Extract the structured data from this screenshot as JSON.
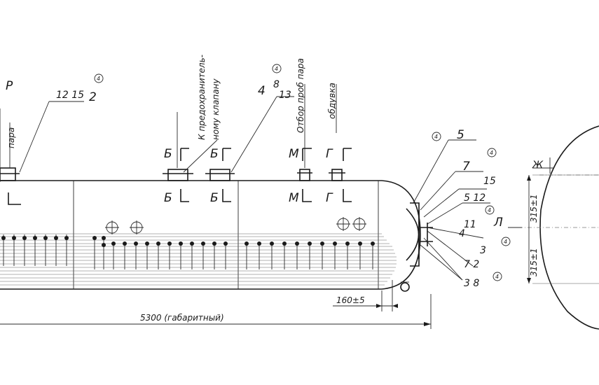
{
  "labels": {
    "view_p": "Р",
    "steam_word": "пара",
    "pos_12_15": "12 15",
    "pos_2": "2",
    "safety_valve_line1": "К предохранитель-",
    "safety_valve_line2": "ному клапану",
    "pos_4_left": "4",
    "pos_8_13": "8",
    "pos_13": "13",
    "steam_sample": "Отбор проб пара",
    "air_vent": "обдувка",
    "section_b1": "Б",
    "section_b2": "Б",
    "section_b3": "Б",
    "section_b4": "Б",
    "section_m1": "М",
    "section_m2": "М",
    "section_g1": "Г",
    "section_g2": "Г",
    "pos_5_top": "5",
    "pos_7": "7",
    "pos_15": "15",
    "pos_5_12": "5 12",
    "pos_11": "11",
    "section_l": "Л",
    "pos_4_right": "4",
    "pos_3": "3",
    "pos_7_2": "7 2",
    "pos_3_8": "3 8",
    "dim_160": "160±5",
    "dim_5300": "5300 (габаритный)",
    "dim_315_top": "315±1",
    "dim_315_bottom": "315±1",
    "view_zh": "Ж",
    "circle_4": "4"
  }
}
